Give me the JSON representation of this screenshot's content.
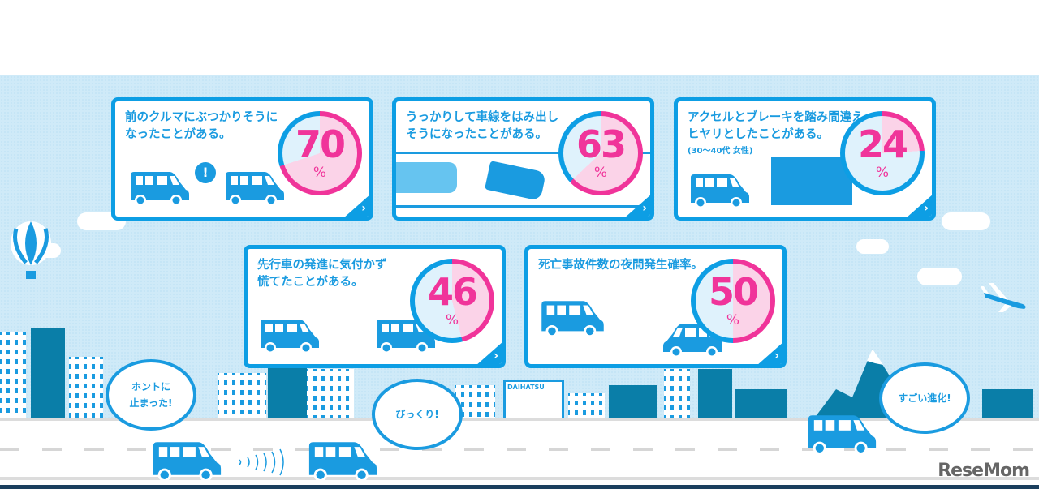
{
  "cards": [
    {
      "text": "前のクルマにぶつかりそうに\nなったことがある。",
      "percent": 70,
      "unit": "%"
    },
    {
      "text": "うっかりして車線をはみ出し\nそうになったことがある。",
      "percent": 63,
      "unit": "%"
    },
    {
      "text": "アクセルとブレーキを踏み間違え\nヒヤリとしたことがある。",
      "note": "(30〜40代 女性)",
      "percent": 24,
      "unit": "%"
    },
    {
      "text": "先行車の発進に気付かず\n慌てたことがある。",
      "percent": 46,
      "unit": "%"
    },
    {
      "text": "死亡事故件数の夜間発生確率。",
      "percent": 50,
      "unit": "%"
    }
  ],
  "bubbles": {
    "b1": "ホントに\n止まった!",
    "b2": "びっくり!",
    "b3": "すごい進化!"
  },
  "exclaim": "!",
  "arrow": "›",
  "store_sign": "DAIHATSU",
  "watermark": "ReseMom",
  "colors": {
    "blue": "#0d9ee4",
    "pink": "#f0349a",
    "sky": "#cfeaf8"
  }
}
